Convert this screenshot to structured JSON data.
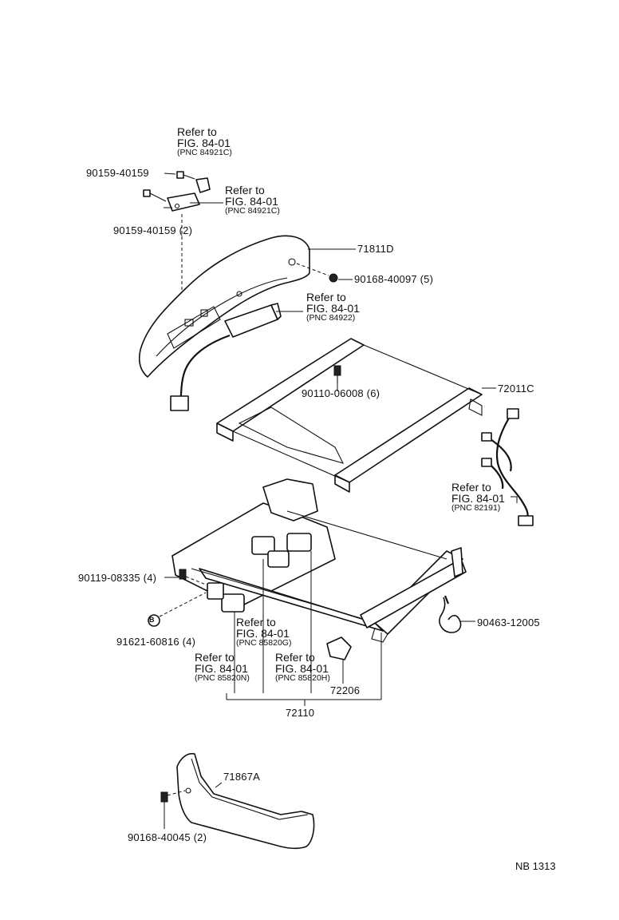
{
  "labels": {
    "bolt_top": "90159-40159",
    "bolt_top_2": "90159-40159 (2)",
    "shield": "71811D",
    "screw_shield": "90168-40097 (5)",
    "frame": "72011C",
    "bolt_frame": "90110-06008 (6)",
    "bolt_adjuster": "90119-08335 (4)",
    "clip": "91621-60816 (4)",
    "strap": "90463-12005",
    "part_72206": "72206",
    "part_72110": "72110",
    "cover": "71867A",
    "screw_cover": "90168-40045 (2)",
    "page_code": "NB  1313"
  },
  "refs": {
    "r1": {
      "line1": "Refer to",
      "line2": "FIG. 84-01",
      "pnc": "(PNC  84921C)"
    },
    "r2": {
      "line1": "Refer to",
      "line2": "FIG. 84-01",
      "pnc": "(PNC  84921C)"
    },
    "r3": {
      "line1": "Refer to",
      "line2": "FIG. 84-01",
      "pnc": "(PNC  84922)"
    },
    "r4": {
      "line1": "Refer to",
      "line2": "FIG. 84-01",
      "pnc": "(PNC  82191)"
    },
    "r5": {
      "line1": "Refer to",
      "line2": "FIG. 84-01",
      "pnc": "(PNC  85820G)"
    },
    "r6": {
      "line1": "Refer to",
      "line2": "FIG. 84-01",
      "pnc": "(PNC  85820N)"
    },
    "r7": {
      "line1": "Refer to",
      "line2": "FIG. 84-01",
      "pnc": "(PNC  85820H)"
    }
  },
  "clip_marker": "B"
}
